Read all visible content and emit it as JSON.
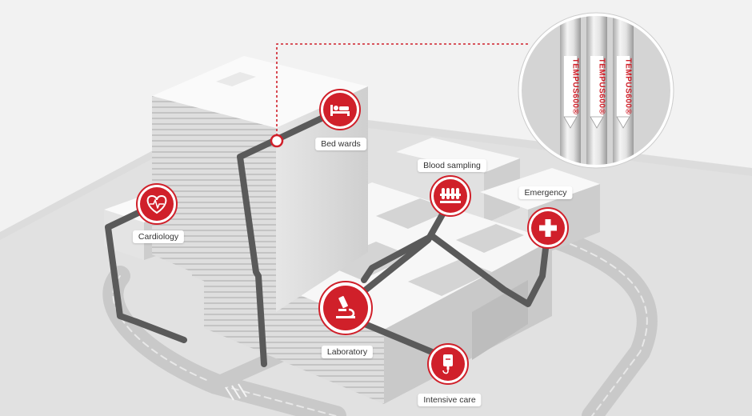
{
  "colors": {
    "accent": "#d0202a",
    "tube_line": "#5a5a5a",
    "building": "#ffffff",
    "ground": "#d8d8d8",
    "background": "#f2f2f2"
  },
  "locations": [
    {
      "id": "bed-wards",
      "label": "Bed wards",
      "icon": "bed-icon"
    },
    {
      "id": "blood-sampling",
      "label": "Blood sampling",
      "icon": "test-tubes-icon"
    },
    {
      "id": "emergency",
      "label": "Emergency",
      "icon": "medical-cross-icon"
    },
    {
      "id": "cardiology",
      "label": "Cardiology",
      "icon": "heartbeat-icon"
    },
    {
      "id": "laboratory",
      "label": "Laboratory",
      "icon": "microscope-icon"
    },
    {
      "id": "intensive-care",
      "label": "Intensive care",
      "icon": "iv-drip-icon"
    }
  ],
  "zoom": {
    "tube_label": "TEMPUS600",
    "tube_label_mark": "®"
  }
}
